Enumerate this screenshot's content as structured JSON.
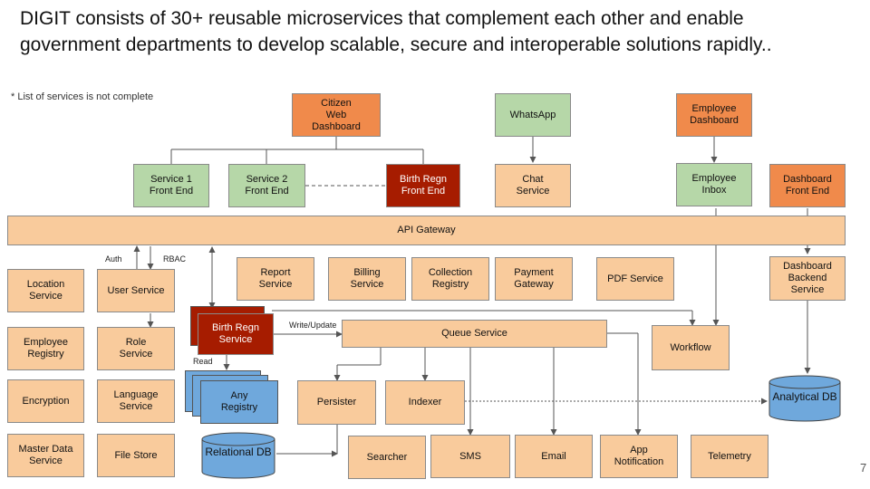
{
  "title": "DIGIT consists of 30+ reusable microservices that complement each other and enable government departments to develop scalable, secure and interoperable solutions rapidly..",
  "note": "* List of services is not complete",
  "page_number": "7",
  "colors": {
    "tan": "#f9cb9c",
    "orange": "#f08a4b",
    "green": "#b6d7a8",
    "dark_red": "#a61c00",
    "blue": "#6fa8dc"
  },
  "top": {
    "citizen_web_dashboard": "Citizen\nWeb\nDashboard",
    "whatsapp": "WhatsApp",
    "employee_dashboard": "Employee\nDashboard"
  },
  "frontends": {
    "service1": "Service 1\nFront End",
    "service2": "Service 2\nFront End",
    "birth_regn": "Birth Regn\nFront End",
    "chat_service": "Chat\nService",
    "employee_inbox": "Employee\nInbox",
    "dashboard_frontend": "Dashboard\nFront End"
  },
  "api_gateway": "API Gateway",
  "labels": {
    "auth": "Auth",
    "rbac": "RBAC",
    "write_update": "Write/Update",
    "read": "Read"
  },
  "left_column": {
    "location_service": "Location\nService",
    "employee_registry": "Employee\nRegistry",
    "encryption": "Encryption",
    "master_data_service": "Master Data\nService"
  },
  "second_column": {
    "user_service": "User Service",
    "role_service": "Role\nService",
    "language_service": "Language\nService",
    "file_store": "File Store"
  },
  "middle_row": {
    "report_service": "Report\nService",
    "billing_service": "Billing\nService",
    "collection_registry": "Collection\nRegistry",
    "payment_gateway": "Payment\nGateway",
    "pdf_service": "PDF Service"
  },
  "dashboard_backend": "Dashboard\nBackend\nService",
  "birth_regn_service": "Birth Regn\nService",
  "queue_service": "Queue Service",
  "workflow": "Workflow",
  "any_registry": "Any\nRegistry",
  "persister": "Persister",
  "indexer": "Indexer",
  "analytical_db": "Analytical\nDB",
  "relational_db": "Relational\nDB",
  "bottom_row": {
    "searcher": "Searcher",
    "sms": "SMS",
    "email": "Email",
    "app_notification": "App\nNotification",
    "telemetry": "Telemetry"
  }
}
